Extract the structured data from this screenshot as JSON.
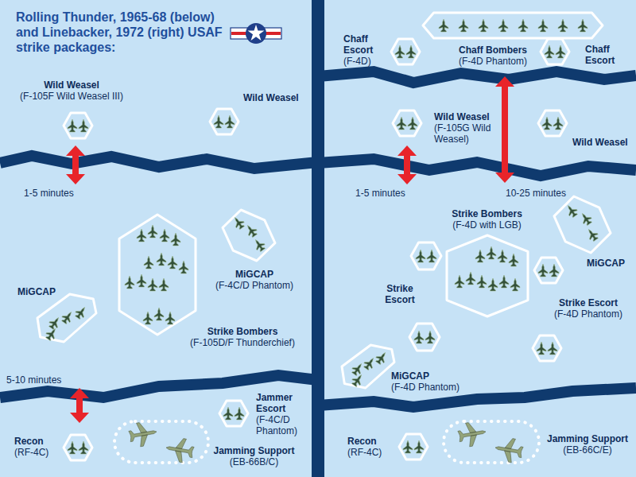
{
  "diagram": {
    "title": "Rolling Thunder, 1965-68 (below) and Linebacker, 1972 (right) USAF strike packages:",
    "nodes": [
      {
        "text": [
          "Wild Weasel",
          "(F-105F Wild Weasel III)"
        ]
      },
      {
        "text": [
          "Wild Weasel"
        ]
      },
      {
        "text": [
          "Strike Bombers",
          "(F-105D/F Thunderchief)"
        ]
      },
      {
        "text": [
          "MiGCAP",
          "(F-4C/D Phantom)"
        ]
      },
      {
        "text": [
          "MiGCAP"
        ]
      },
      {
        "text": [
          "Jammer Escort",
          "(F-4C/D Phantom)"
        ]
      },
      {
        "text": [
          "Recon",
          "(RF-4C)"
        ]
      },
      {
        "text": [
          "Jamming Support",
          "(EB-66B/C)"
        ]
      },
      {
        "text": [
          "Chaff Escort",
          "(F-4D)"
        ]
      },
      {
        "text": [
          "Chaff Bombers",
          "(F-4D Phantom)"
        ]
      },
      {
        "text": [
          "Chaff Escort"
        ]
      },
      {
        "text": [
          "Wild Weasel",
          "(F-105G Wild Weasel)"
        ]
      },
      {
        "text": [
          "Wild Weasel"
        ]
      },
      {
        "text": [
          "Strike Bombers",
          "(F-4D with LGB)"
        ]
      },
      {
        "text": [
          "MiGCAP"
        ]
      },
      {
        "text": [
          "Strike Escort"
        ]
      },
      {
        "text": [
          "Strike Escort",
          "(F-4D Phantom)"
        ]
      },
      {
        "text": [
          "MiGCAP",
          "(F-4D Phantom)"
        ]
      },
      {
        "text": [
          "Recon",
          "(RF-4C)"
        ]
      },
      {
        "text": [
          "Jamming Support",
          "(EB-66C/E)"
        ]
      }
    ],
    "labels": [
      "1-5 minutes",
      "5-10 minutes",
      "1-5 minutes",
      "10-25 minutes"
    ]
  }
}
